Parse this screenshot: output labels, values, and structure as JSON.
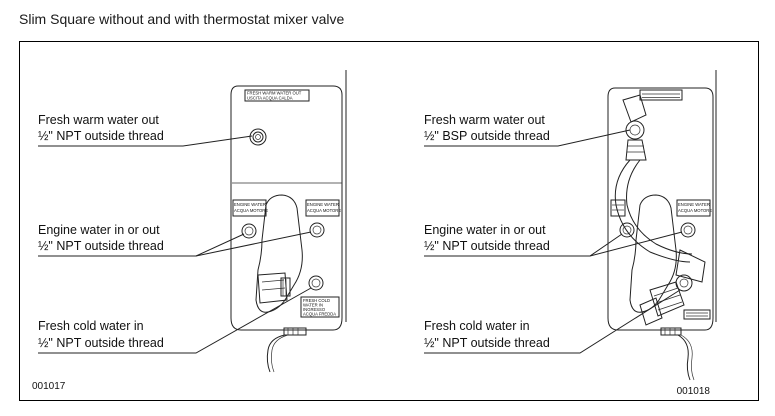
{
  "title": "Slim Square without and with thermostat mixer valve",
  "left": {
    "label1_line1": "Fresh warm water out",
    "label1_line2": "½\" NPT outside thread",
    "label2_line1": "Engine water in or out",
    "label2_line2": "½\" NPT outside thread",
    "label3_line1": "Fresh cold water in",
    "label3_line2": "½\" NPT outside thread",
    "tag_warm_1": "FRESH WARM WATER OUT",
    "tag_warm_2": "USCITA ACQUA CALDA",
    "tag_engine_1": "ENGINE WATER",
    "tag_engine_2": "ACQUA MOTORE",
    "tag_cold_1": "FRESH COLD",
    "tag_cold_2": "WATER IN",
    "tag_cold_3": "INGRESSO",
    "tag_cold_4": "ACQUA FREDDA",
    "code": "001017"
  },
  "right": {
    "label1_line1": "Fresh warm water out",
    "label1_line2": "½\" BSP outside thread",
    "label2_line1": "Engine water in or out",
    "label2_line2": "½\" NPT outside thread",
    "label3_line1": "Fresh cold water in",
    "label3_line2": "½\" NPT outside thread",
    "code": "001018"
  }
}
